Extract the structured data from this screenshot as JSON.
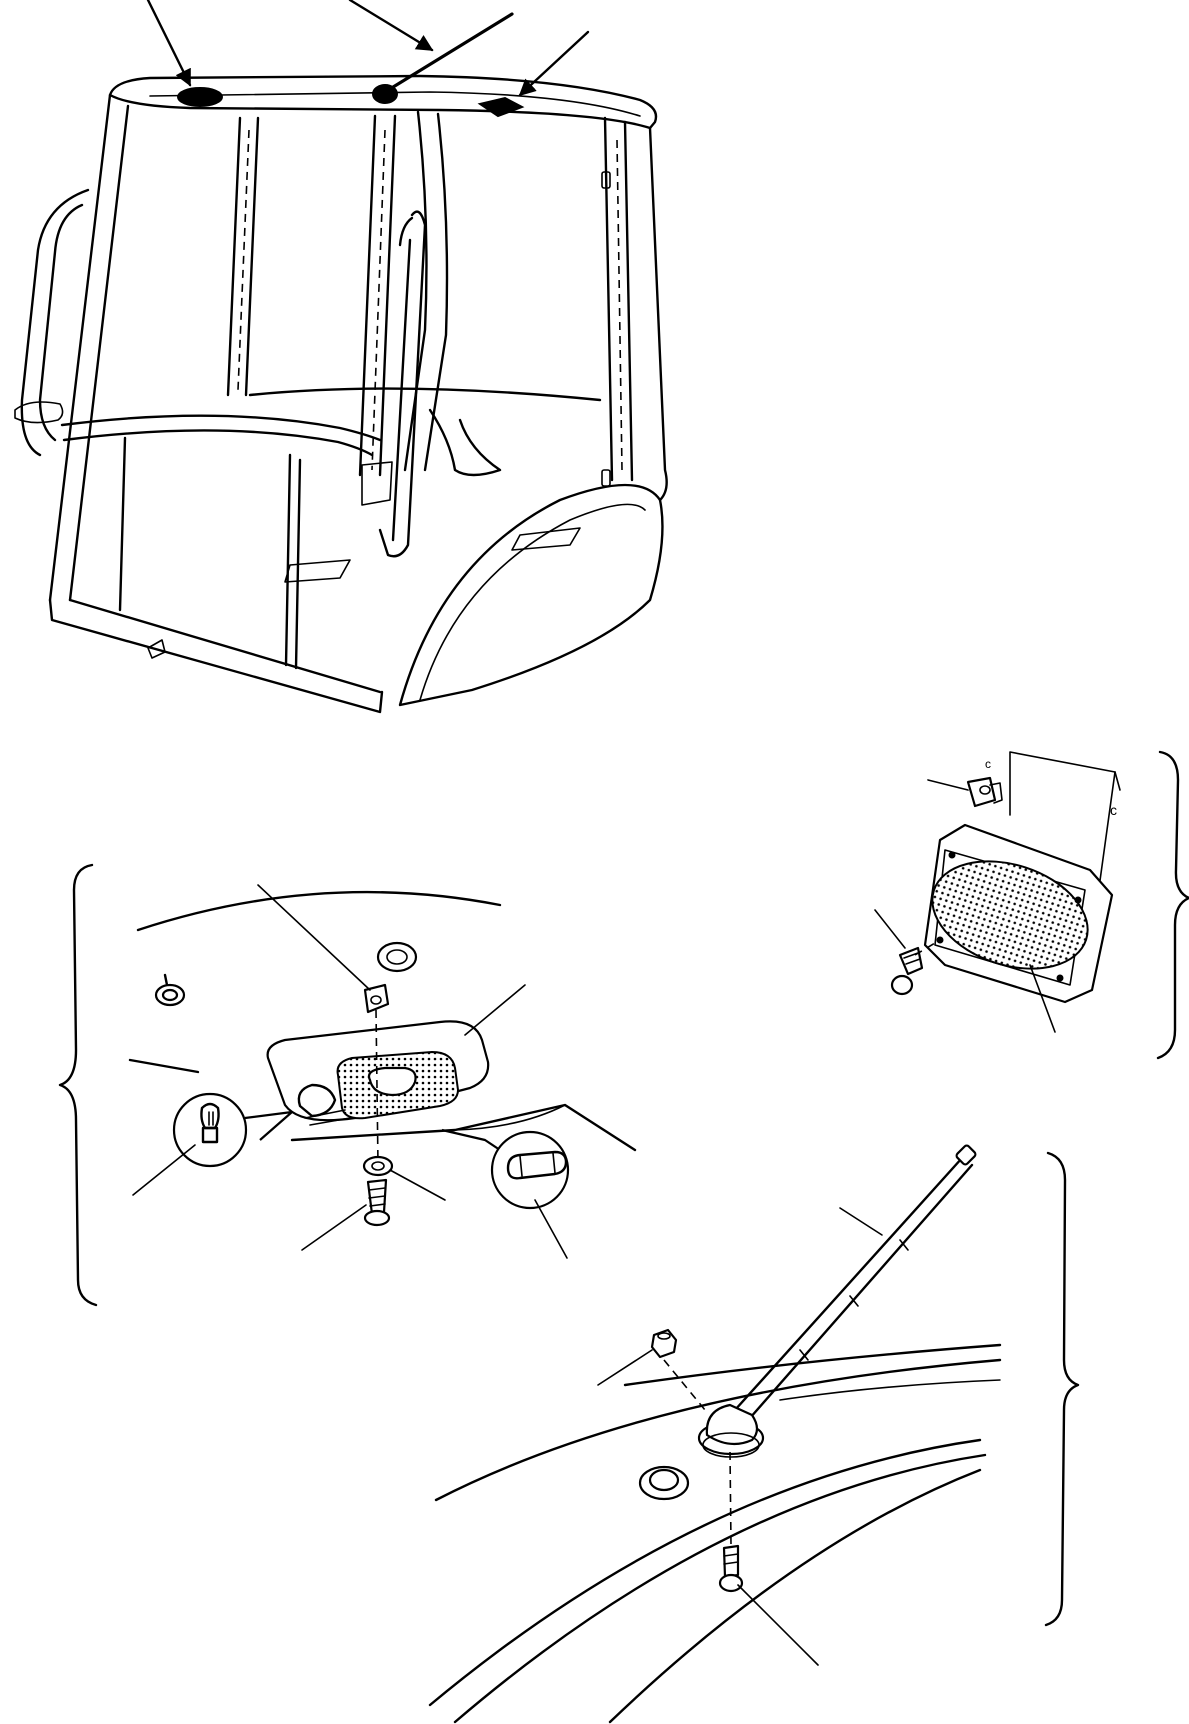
{
  "figure": {
    "views": [
      "cab-overview",
      "interior-lamp-detail",
      "speaker-detail",
      "antenna-detail"
    ],
    "colors": {
      "line": "#000000",
      "background": "#ffffff"
    }
  }
}
